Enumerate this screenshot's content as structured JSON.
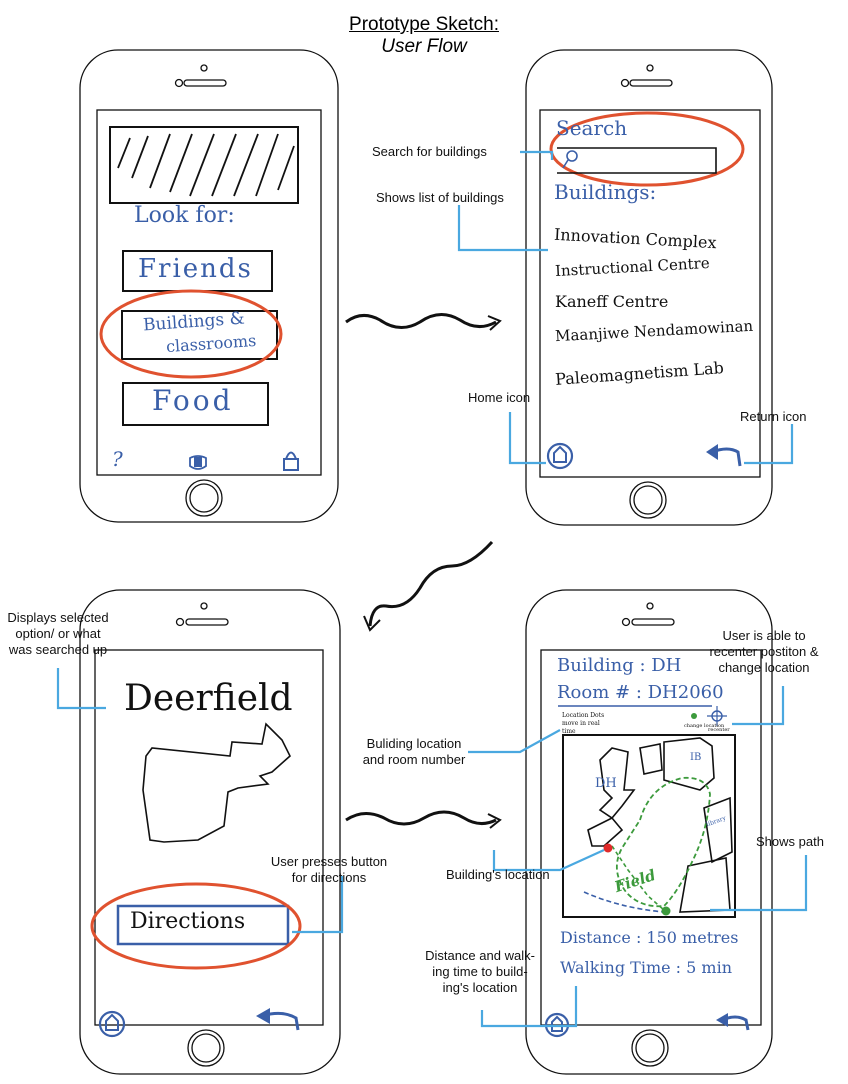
{
  "title": {
    "line1": "Prototype Sketch:",
    "line2": "User Flow"
  },
  "screen1": {
    "heading": "Look for:",
    "buttons": [
      "Friends",
      "Buildings &",
      "classrooms",
      "Food"
    ],
    "footer_help": "?"
  },
  "screen2": {
    "search_label": "Search",
    "list_heading": "Buildings:",
    "buildings": [
      "Innovation Complex",
      "Instructional Centre",
      "Kaneff Centre",
      "Maanjiwe Nendamowinan",
      "Paleomagnetism Lab"
    ]
  },
  "screen3": {
    "selected": "Deerfield",
    "directions_button": "Directions"
  },
  "screen4": {
    "building": "Building : DH",
    "room": "Room # : DH2060",
    "location_note": "Location Dots move in real time",
    "change_location": "change location",
    "recenter": "recenter",
    "map_labels": {
      "dh": "DH",
      "ib": "IB",
      "field": "Field",
      "library": "library"
    },
    "distance": "Distance : 150 metres",
    "walking_time": "Walking Time : 5 min"
  },
  "annotations": {
    "search": "Search for buildings",
    "list": "Shows list of buildings",
    "home": "Home icon",
    "return": "Return icon",
    "displays_1": "Displays selected",
    "displays_2": "option/ or what",
    "displays_3": "was searched up",
    "presses_1": "User presses button",
    "presses_2": "for directions",
    "recenter_1": "User is able to",
    "recenter_2": "recenter postiton &",
    "recenter_3": "change location",
    "building_loc_1": "Buliding location",
    "building_loc_2": "and room number",
    "buildings_location": "Building's location",
    "path": "Shows path",
    "distance_1": "Distance and walk-",
    "distance_2": "ing time to build-",
    "distance_3": "ing's location"
  },
  "colors": {
    "ink": "#111111",
    "blue_ink": "#3a5fa8",
    "highlight": "#e0522f",
    "callout": "#4aa8e0"
  }
}
